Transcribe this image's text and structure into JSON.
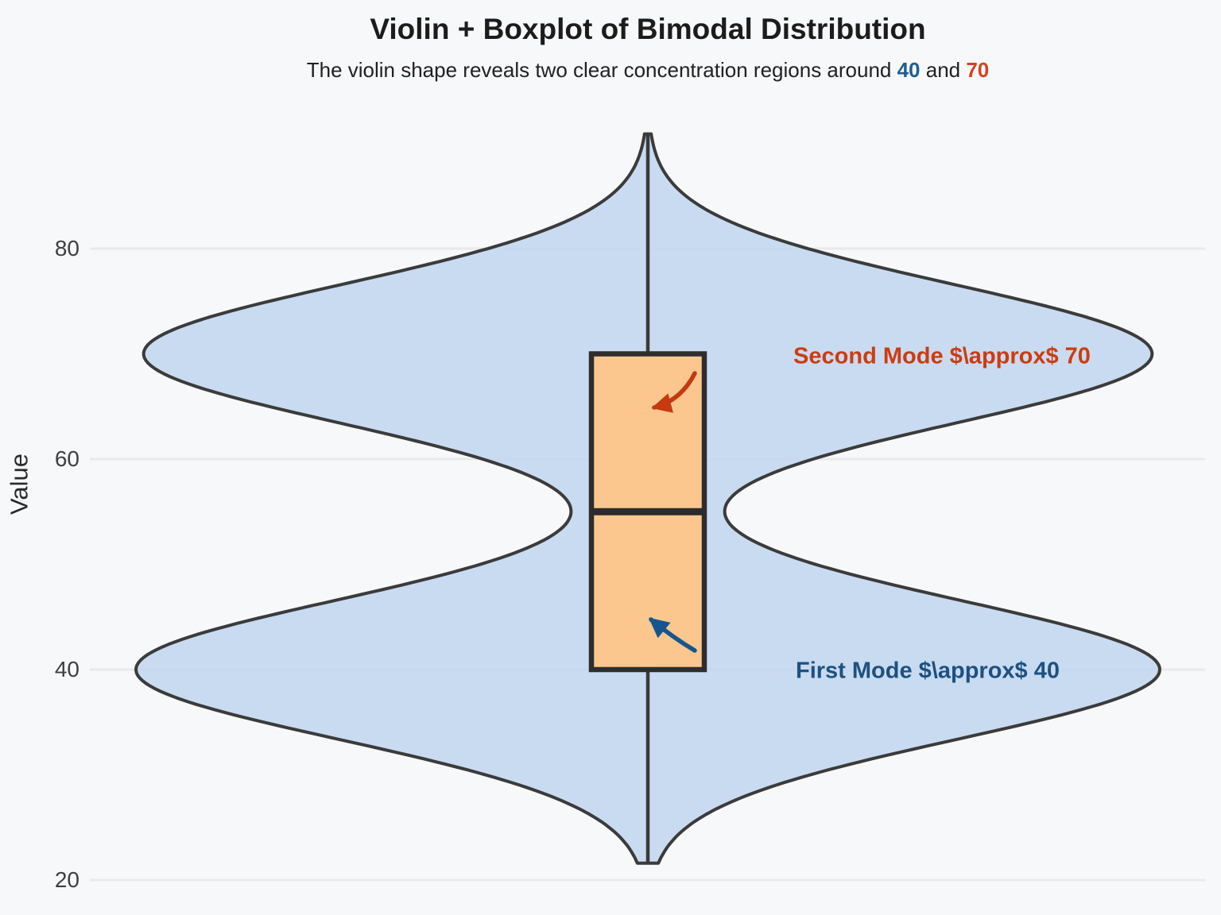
{
  "title": "Violin + Boxplot of Bimodal Distribution",
  "subtitle": {
    "prefix": "The violin shape reveals two clear concentration regions around ",
    "mode1": "40",
    "separator": " and ",
    "mode2": "70"
  },
  "chart_data": {
    "type": "violin",
    "title": "Violin + Boxplot of Bimodal Distribution",
    "subtitle_text": "The violin shape reveals two clear concentration regions around 40 and 70",
    "ylabel": "Value",
    "yticks": [
      80,
      60,
      40,
      20
    ],
    "ylim": [
      17,
      94
    ],
    "grid": true,
    "legend": "none",
    "violin": {
      "distribution": "bimodal",
      "modes": [
        40,
        70
      ],
      "weights": [
        1.0,
        0.985
      ],
      "sd": 6.6,
      "range": [
        21.6,
        90.9
      ]
    },
    "box": {
      "q1": 40,
      "median": 55,
      "q3": 70,
      "whisker_low": 21.6,
      "whisker_high": 90.9
    },
    "annotations": [
      {
        "text": "Second Mode $\\approx$ 70",
        "anchor_value": 70
      },
      {
        "text": "First Mode $\\approx$ 40",
        "anchor_value": 40
      }
    ]
  },
  "colors": {
    "background": "#f7f8fa",
    "violin_fill": "#c3d7ee",
    "violin_stroke": "#3b3b3b",
    "box_fill": "#fbc78e",
    "box_stroke": "#2d2d2d",
    "median_stroke": "#2b2b2b",
    "whisker_stroke": "#3a3a3a",
    "grid": "#e8eaed",
    "title": "#1c1c1c",
    "subtitle": "#212121",
    "mode1_accent": "#1d5f8f",
    "mode2_accent": "#d3431c",
    "tick": "#3f3f3f",
    "ylabel": "#2a2a2a",
    "annotation_second": "#cc3c10",
    "annotation_first": "#1d5181",
    "arrow_red": "#c53a10",
    "arrow_blue": "#16568e"
  }
}
